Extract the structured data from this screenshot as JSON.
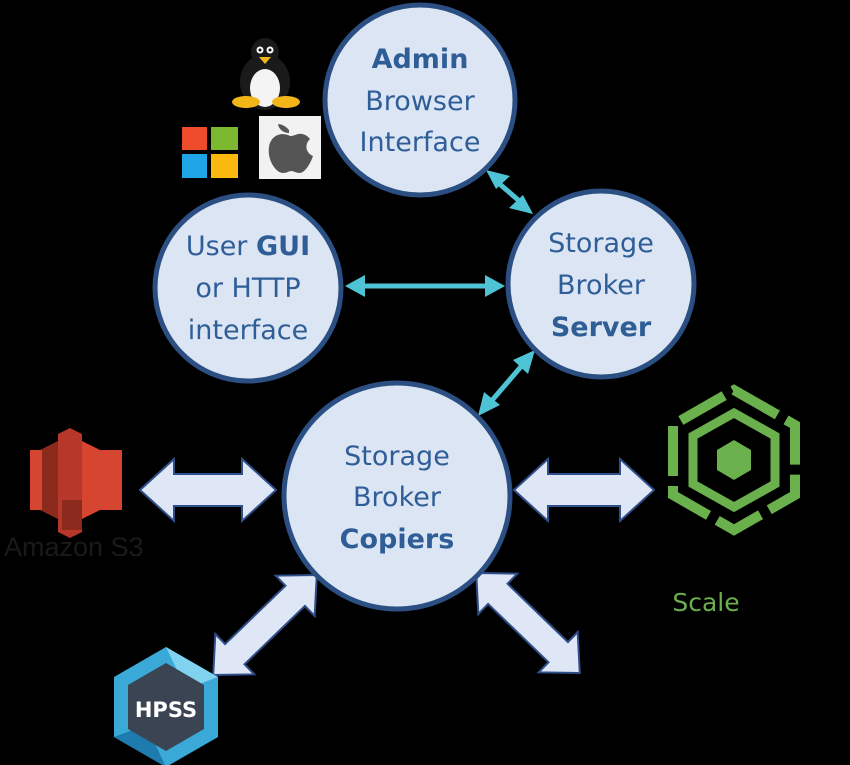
{
  "nodes": {
    "admin": {
      "line1": "Admin",
      "line2": "Browser",
      "line3": "Interface"
    },
    "user": {
      "line1_a": "User ",
      "line1_b": "GUI",
      "line2": "or HTTP",
      "line3": "interface"
    },
    "server": {
      "line1": "Storage",
      "line2": "Broker",
      "line3": "Server"
    },
    "copiers": {
      "line1": "Storage",
      "line2": "Broker",
      "line3": "Copiers"
    }
  },
  "logos": {
    "s3": {
      "label": "Amazon S3"
    },
    "hpss": {
      "label": "HPSS"
    },
    "scale": {
      "label": "Scale"
    }
  },
  "icons": [
    "linux-tux-icon",
    "windows-icon",
    "apple-icon",
    "amazon-s3-icon",
    "hpss-icon",
    "ibm-scale-icon"
  ],
  "colors": {
    "background": "#000000",
    "node_fill": "#dbe5f4",
    "node_stroke": "#2b4f82",
    "node_text": "#2f5e97",
    "teal_arrow": "#4fc3d6",
    "light_arrow": "#dfe7f6",
    "scale_green": "#6ab04c",
    "s3_red": "#d6452f"
  }
}
